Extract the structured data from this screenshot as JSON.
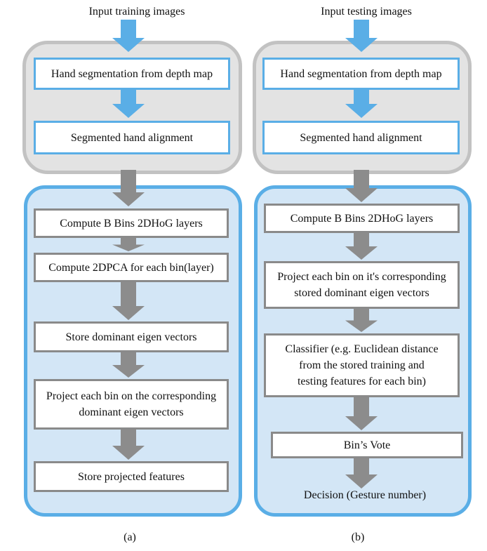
{
  "panel_a": {
    "input": "Input training images",
    "steps": [
      "Hand segmentation from depth map",
      "Segmented hand alignment"
    ],
    "feature_steps": [
      "Compute B Bins 2DHoG layers",
      "Compute 2DPCA for each bin(layer)",
      "Store dominant eigen vectors",
      "Project each bin on  the corresponding\ndominant eigen vectors",
      "Store projected features"
    ],
    "caption": "(a)"
  },
  "panel_b": {
    "input": "Input testing images",
    "steps": [
      "Hand segmentation from depth map",
      "Segmented hand alignment"
    ],
    "feature_steps": [
      "Compute B Bins 2DHoG layers",
      "Project each bin on it's corresponding\nstored dominant eigen vectors",
      "Classifier (e.g. Euclidean distance\nfrom the stored training and\ntesting features for each bin)",
      "Bin’s Vote"
    ],
    "output": "Decision (Gesture number)",
    "caption": "(b)"
  },
  "colors": {
    "blue_arrow": "#5aaee6",
    "gray_arrow": "#8c8c8c",
    "gray_group": "#e3e3e3",
    "blue_group": "#d3e6f6"
  }
}
